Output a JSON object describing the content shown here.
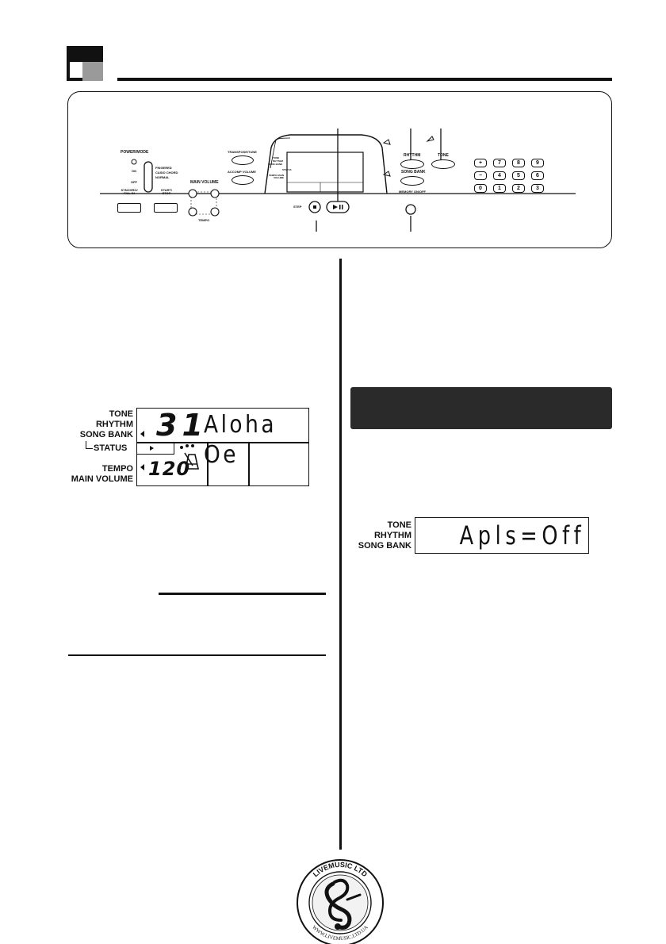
{
  "panel": {
    "power_mode": "POWER/MODE",
    "on": "ON",
    "off": "OFF",
    "mode_fingered": "FINGERED",
    "mode_casio_chord": "CASIO CHORD",
    "mode_normal": "NORMAL",
    "synchro_fill": "SYNCHRO/ FILL-IN",
    "start_stop": "START/ STOP",
    "main_volume": "MAIN VOLUME",
    "tempo": "TEMPO",
    "transpose_tune": "TRANSPOSE/TUNE",
    "accomp_volume": "ACCOMP VOLUME",
    "disp_tone": "TONE",
    "disp_rhythm": "RHYTHM",
    "disp_song_bank": "SONG BANK",
    "disp_status": "STATUS",
    "disp_tempo_vol": "TEMPO MAIN VOLUME",
    "step": "STEP",
    "rhythm_btn": "RHYTHM",
    "tone_btn": "TONE",
    "song_bank_btn": "SONG BANK",
    "memory_on_off": "MEMORY ON/OFF",
    "num_keys": [
      "+",
      "7",
      "8",
      "9",
      "−",
      "4",
      "5",
      "6",
      "0",
      "1",
      "2",
      "3"
    ]
  },
  "display1": {
    "label_tone": "TONE",
    "label_rhythm": "RHYTHM",
    "label_song_bank": "SONG BANK",
    "label_status": "STATUS",
    "label_tempo": "TEMPO",
    "label_main_volume": "MAIN VOLUME",
    "number": "31",
    "name": "Aloha Oe",
    "tempo_value": "120"
  },
  "display2": {
    "label_tone": "TONE",
    "label_rhythm": "RHYTHM",
    "label_song_bank": "SONG BANK",
    "text": "Apls=Off"
  },
  "logo": {
    "top_text": "LIVEMUSIC LTD",
    "bottom_text": "WWW.LIVEMUSIC.LTD.UA"
  }
}
